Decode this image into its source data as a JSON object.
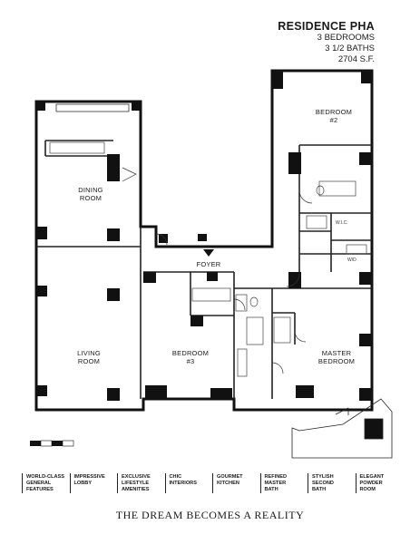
{
  "header": {
    "title": "RESIDENCE PHA",
    "bedrooms": "3 BEDROOMS",
    "baths": "3 1/2 BATHS",
    "area": "2704 S.F."
  },
  "rooms": {
    "bedroom2": {
      "name": "BEDROOM",
      "num": "#2"
    },
    "dining": {
      "name1": "DINING",
      "name2": "ROOM"
    },
    "foyer": {
      "name": "FOYER"
    },
    "living": {
      "name1": "LIVING",
      "name2": "ROOM"
    },
    "bedroom3": {
      "name": "BEDROOM",
      "num": "#3"
    },
    "master": {
      "name1": "MASTER",
      "name2": "BEDROOM"
    },
    "wic1": "W.I.C.",
    "wic2": "W/D"
  },
  "features": [
    {
      "l1": "WORLD-CLASS",
      "l2": "GENERAL",
      "l3": "FEATURES"
    },
    {
      "l1": "IMPRESSIVE",
      "l2": "LOBBY",
      "l3": ""
    },
    {
      "l1": "EXCLUSIVE",
      "l2": "LIFESTYLE",
      "l3": "AMENITIES"
    },
    {
      "l1": "CHIC",
      "l2": "INTERIORS",
      "l3": ""
    },
    {
      "l1": "GOURMET",
      "l2": "KITCHEN",
      "l3": ""
    },
    {
      "l1": "REFINED",
      "l2": "MASTER",
      "l3": "BATH"
    },
    {
      "l1": "STYLISH",
      "l2": "SECOND",
      "l3": "BATH"
    },
    {
      "l1": "ELEGANT",
      "l2": "POWDER",
      "l3": "ROOM"
    }
  ],
  "tagline": "THE DREAM BECOMES A REALITY"
}
